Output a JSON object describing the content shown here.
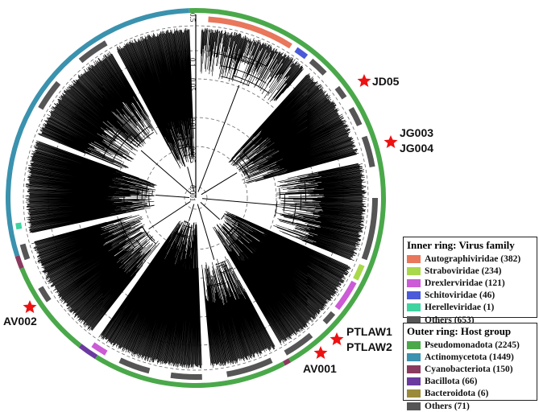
{
  "scale_labels": [
    "0.5",
    "0.1",
    "0.05",
    "0.01",
    "0.005",
    "0.001"
  ],
  "isolates": [
    {
      "id": "jd05",
      "label": "JD05"
    },
    {
      "id": "jg003",
      "label": "JG003"
    },
    {
      "id": "jg004",
      "label": "JG004"
    },
    {
      "id": "av002",
      "label": "AV002"
    },
    {
      "id": "ptlaw1",
      "label": "PTLAW1"
    },
    {
      "id": "ptlaw2",
      "label": "PTLAW2"
    },
    {
      "id": "av001",
      "label": "AV001"
    }
  ],
  "legend_inner": {
    "title": "Inner ring: Virus family",
    "items": [
      {
        "label": "Autographiviridae (382)",
        "color": "#e8775c"
      },
      {
        "label": "Straboviridae (234)",
        "color": "#a9d84a"
      },
      {
        "label": "Drexlerviridae (121)",
        "color": "#cc5bd6"
      },
      {
        "label": "Schitoviridae (46)",
        "color": "#4a5ad8"
      },
      {
        "label": "Herelleviridae (1)",
        "color": "#3fd3a0"
      },
      {
        "label": "Others (653)",
        "color": "#555555"
      }
    ]
  },
  "legend_outer": {
    "title": "Outer ring: Host group",
    "items": [
      {
        "label": "Pseudomonadota (2245)",
        "color": "#4aa84a"
      },
      {
        "label": "Actinomycetota (1449)",
        "color": "#3a92ae"
      },
      {
        "label": "Cyanobacteriota (150)",
        "color": "#8a3a5e"
      },
      {
        "label": "Bacillota (66)",
        "color": "#6a3aa0"
      },
      {
        "label": "Bacteroidota (6)",
        "color": "#9a8a3a"
      },
      {
        "label": "Others (71)",
        "color": "#555555"
      }
    ]
  },
  "colors": {
    "star": "#ee1111",
    "branch": "#000000",
    "scale_circle": "#666666"
  }
}
